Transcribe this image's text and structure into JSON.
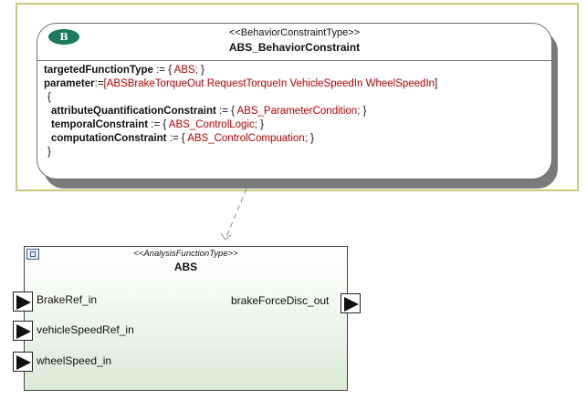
{
  "behavior_constraint": {
    "badge": "B",
    "stereotype": "<<BehaviorConstraintType>>",
    "name": "ABS_BehaviorConstraint",
    "targeted_key": "targetedFunctionType",
    "targeted_op": " := { ",
    "targeted_val": "ABS;",
    "targeted_end": " }",
    "param_key": "parameter",
    "param_op": ":=",
    "param_val": "[ABSBrakeTorqueOut RequestTorqueIn VehicleSpeedIn WheelSpeedIn",
    "param_end": "]",
    "open_brace": "{",
    "attr_key": "attributeQuantificationConstraint",
    "attr_op": " := { ",
    "attr_val": "ABS_ParameterCondition;",
    "attr_end": " }",
    "temp_key": "temporalConstraint",
    "temp_op": " := { ",
    "temp_val": "ABS_ControlLogic;",
    "temp_end": " }",
    "comp_key": "computationConstraint",
    "comp_op": " := { ",
    "comp_val": "ABS_ControlCompuation;",
    "comp_end": " }",
    "close_brace": "}"
  },
  "function_block": {
    "stereotype": "<<AnalysisFunctionType>>",
    "name": "ABS",
    "ports": {
      "brake_ref_in": "BrakeRef_in",
      "vehicle_speed_ref_in": "vehicleSpeedRef_in",
      "wheel_speed_in": "wheelSpeed_in",
      "brake_force_disc_out": "brakeForceDisc_out"
    }
  },
  "colors": {
    "badge": "#1a7a5e",
    "value_text": "#b30000",
    "selection_frame": "#c8c87a",
    "block_gradient_end": "#d9ebd5"
  },
  "icons": {
    "port_in": "triangle-arrow-in-icon",
    "port_out": "triangle-arrow-out-icon",
    "block_type": "function-type-icon"
  }
}
